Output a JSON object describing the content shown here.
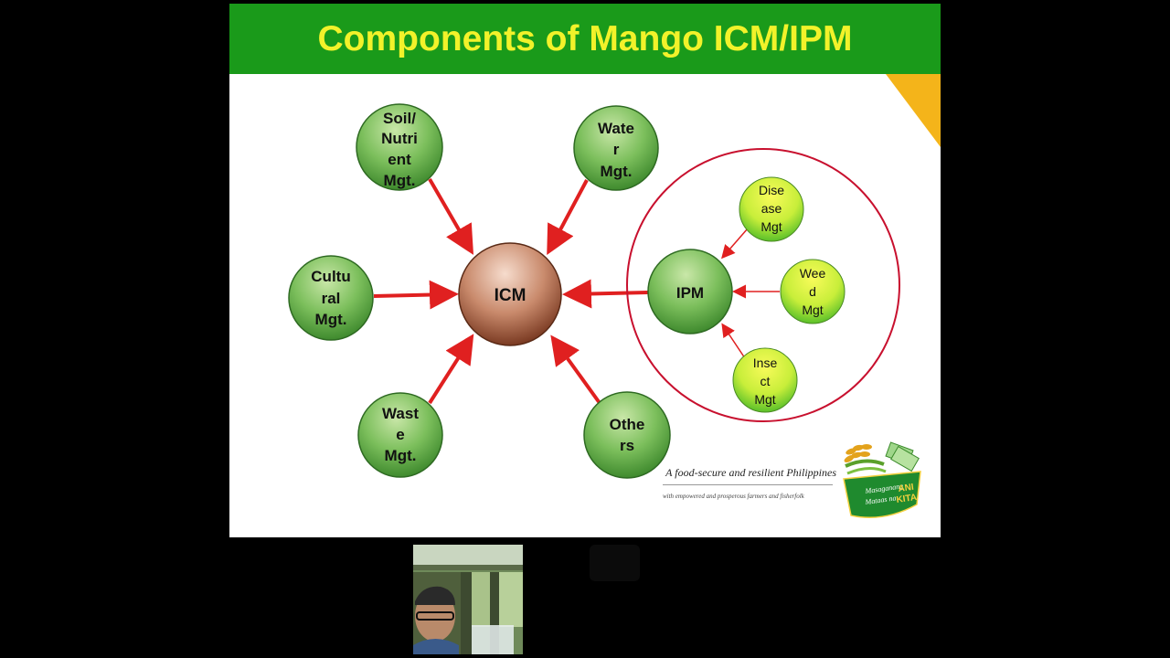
{
  "slide": {
    "title": "Components of Mango ICM/IPM",
    "center": "ICM",
    "nodes": {
      "soil": [
        "Soil/",
        "Nutri",
        "ent",
        "Mgt."
      ],
      "water": [
        "Wate",
        "r",
        "Mgt."
      ],
      "cultural": [
        "Cultu",
        "ral",
        "Mgt."
      ],
      "waste": [
        "Wast",
        "e",
        "Mgt."
      ],
      "others": [
        "Othe",
        "rs"
      ]
    },
    "ipm": {
      "label": "IPM",
      "disease": [
        "Dise",
        "ase",
        "Mgt"
      ],
      "weed": [
        "Wee",
        "d",
        "Mgt"
      ],
      "insect": [
        "Inse",
        "ct",
        "Mgt"
      ]
    },
    "tagline": "A food-secure and resilient Philippines",
    "subtagline": "with empowered and prosperous farmers and fisherfolk",
    "logo_text": [
      "Masaganang",
      "ANI",
      "Mataas na",
      "KITA"
    ]
  },
  "colors": {
    "title_bar": "#1a9a1a",
    "title_text": "#f2f22a",
    "arrow": "#e02020",
    "ipm_ring": "#c8102e"
  },
  "icons": {
    "logo": "rice-grain-logo-icon",
    "participant": "participant-video-icon"
  }
}
